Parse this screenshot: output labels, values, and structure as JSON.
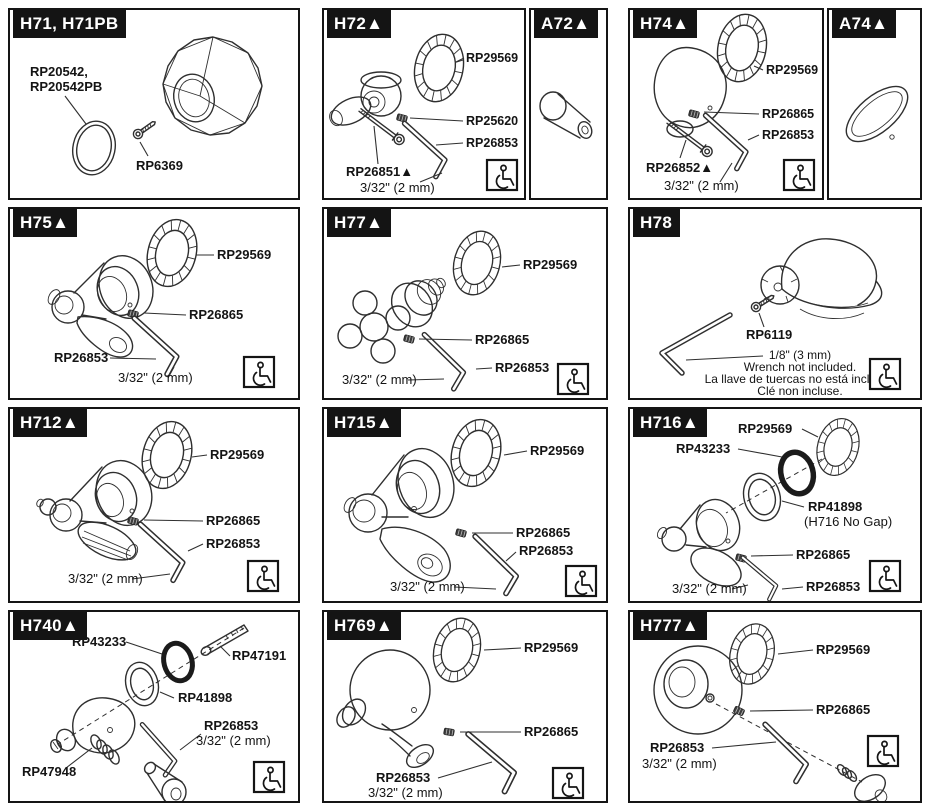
{
  "page": {
    "bg": "#ffffff",
    "line": "#2f2f2f",
    "ink": "#141414",
    "header_bg": "#141414",
    "header_fg": "#ffffff"
  },
  "icons": {
    "ada": "wheelchair-accessibility-icon",
    "triangle_marker": "▲"
  },
  "panels": [
    {
      "id": "h71",
      "title": "H71, H71PB",
      "labels": [
        "RP20542,",
        "RP20542PB",
        "RP6369"
      ]
    },
    {
      "id": "h72",
      "title": "H72▲",
      "labels": [
        "RP29569",
        "RP25620",
        "RP26853",
        "RP26851▲"
      ],
      "size_note": "3/32\" (2 mm)"
    },
    {
      "id": "a72",
      "title": "A72▲"
    },
    {
      "id": "h74",
      "title": "H74▲",
      "labels": [
        "RP29569",
        "RP26865",
        "RP26853",
        "RP26852▲"
      ],
      "size_note": "3/32\" (2 mm)"
    },
    {
      "id": "a74",
      "title": "A74▲"
    },
    {
      "id": "h75",
      "title": "H75▲",
      "labels": [
        "RP29569",
        "RP26865",
        "RP26853"
      ],
      "size_note": "3/32\" (2 mm)"
    },
    {
      "id": "h77",
      "title": "H77▲",
      "labels": [
        "RP29569",
        "RP26865",
        "RP26853"
      ],
      "size_note": "3/32\" (2 mm)"
    },
    {
      "id": "h78",
      "title": "H78",
      "labels": [
        "RP6119"
      ],
      "notes": [
        "1/8\" (3 mm)",
        "Wrench not included.",
        "La llave de tuercas no está incluida.",
        "Clé non incluse."
      ]
    },
    {
      "id": "h712",
      "title": "H712▲",
      "labels": [
        "RP29569",
        "RP26865",
        "RP26853"
      ],
      "size_note": "3/32\" (2 mm)"
    },
    {
      "id": "h715",
      "title": "H715▲",
      "labels": [
        "RP29569",
        "RP26865",
        "RP26853"
      ],
      "size_note": "3/32\" (2 mm)"
    },
    {
      "id": "h716",
      "title": "H716▲",
      "labels": [
        "RP29569",
        "RP43233",
        "RP41898",
        "(H716 No Gap)",
        "RP26865",
        "RP26853"
      ],
      "size_note": "3/32\" (2 mm)"
    },
    {
      "id": "h740",
      "title": "H740▲",
      "labels": [
        "RP43233",
        "RP47191",
        "RP41898",
        "RP26853",
        "RP47948"
      ],
      "size_note": "3/32\" (2 mm)"
    },
    {
      "id": "h769",
      "title": "H769▲",
      "labels": [
        "RP29569",
        "RP26865",
        "RP26853"
      ],
      "size_note": "3/32\" (2 mm)"
    },
    {
      "id": "h777",
      "title": "H777▲",
      "labels": [
        "RP29569",
        "RP26865",
        "RP26853"
      ],
      "size_note": "3/32\" (2 mm)"
    }
  ]
}
